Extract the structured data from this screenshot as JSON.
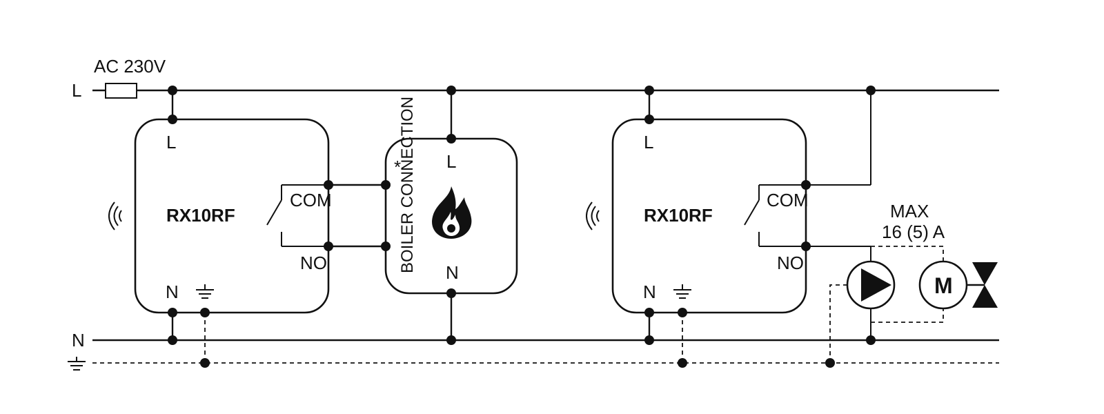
{
  "supply": {
    "voltage_label": "AC 230V",
    "line_label": "L",
    "neutral_label": "N"
  },
  "receiver_1": {
    "model": "RX10RF",
    "terminal_l": "L",
    "terminal_n": "N",
    "terminal_com": "COM",
    "terminal_no": "NO",
    "wireless_icon": "wireless-signal-icon",
    "ground_icon": "ground-icon"
  },
  "boiler": {
    "connection_label": "BOILER CONNECTION",
    "asterisk": "*",
    "terminal_l": "L",
    "terminal_n": "N",
    "icon": "flame-icon"
  },
  "receiver_2": {
    "model": "RX10RF",
    "terminal_l": "L",
    "terminal_n": "N",
    "terminal_com": "COM",
    "terminal_no": "NO",
    "wireless_icon": "wireless-signal-icon",
    "ground_icon": "ground-icon"
  },
  "load": {
    "max_label": "MAX",
    "rating_label": "16 (5) A",
    "motor_label": "M",
    "pump_icon": "pump-icon",
    "valve_icon": "valve-icon"
  }
}
